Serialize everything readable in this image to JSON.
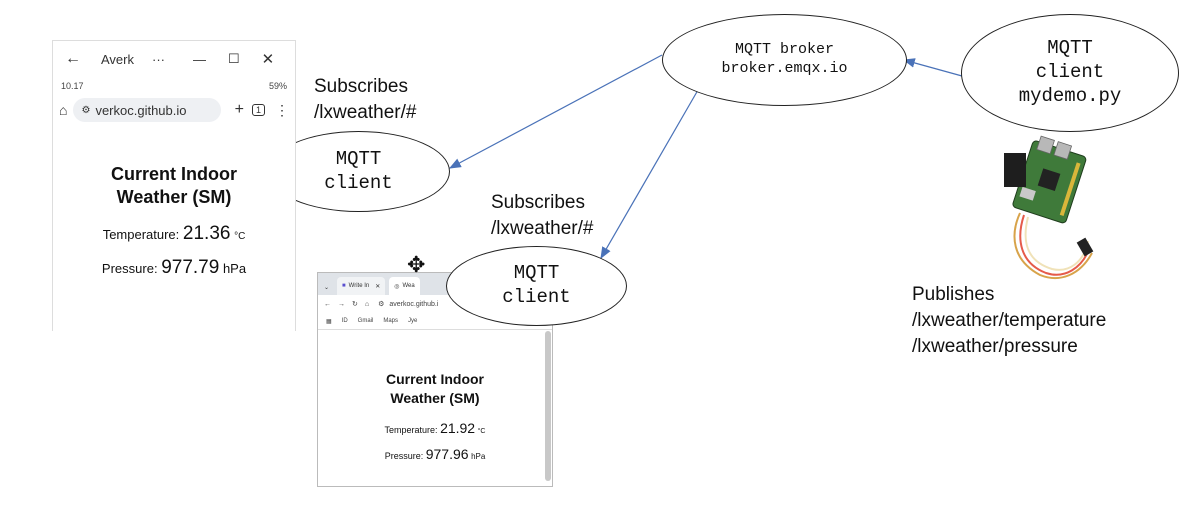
{
  "broker": {
    "line1": "MQTT broker",
    "line2": "broker.emqx.io"
  },
  "publisher_client": {
    "line1": "MQTT",
    "line2": "client",
    "line3": "mydemo.py"
  },
  "client_phone": {
    "line1": "MQTT",
    "line2": "client"
  },
  "client_desktop": {
    "line1": "MQTT",
    "line2": "client"
  },
  "subscribes_phone": {
    "line1": "Subscribes",
    "line2": "/lxweather/#"
  },
  "subscribes_desktop": {
    "line1": "Subscribes",
    "line2": "/lxweather/#"
  },
  "publishes": {
    "line1": "Publishes",
    "line2": "/lxweather/temperature",
    "line3": "/lxweather/pressure"
  },
  "phone": {
    "window_title": "Averk",
    "time": "10.17",
    "battery": "59%",
    "url": "verkoc.github.io",
    "tab_count": "1",
    "heading_line1": "Current Indoor",
    "heading_line2": "Weather (SM)",
    "temp_label": "Temperature:",
    "temp_value": "21.36",
    "temp_unit": "°C",
    "pressure_label": "Pressure:",
    "pressure_value": "977.79",
    "pressure_unit": "hPa"
  },
  "desktop": {
    "tab1": "Write In",
    "tab2": "Wea",
    "url": "averkoc.github.i",
    "bookmarks": [
      "ID",
      "Gmail",
      "Maps",
      "Jye"
    ],
    "heading_line1": "Current Indoor",
    "heading_line2": "Weather (SM)",
    "temp_label": "Temperature:",
    "temp_value": "21.92",
    "temp_unit": "°C",
    "pressure_label": "Pressure:",
    "pressure_value": "977.96",
    "pressure_unit": "hPa"
  },
  "colors": {
    "arrow": "#4a72b8",
    "ellipse_border": "#222222"
  }
}
